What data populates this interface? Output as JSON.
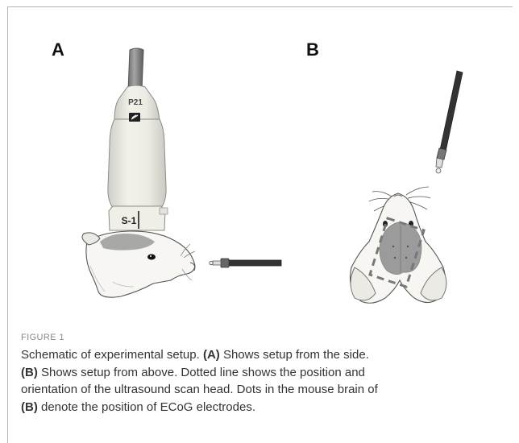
{
  "figure": {
    "panel_labels": {
      "a": "A",
      "b": "B"
    },
    "probe": {
      "brand_text": "P21",
      "model_text": "S-1"
    },
    "figure_label": "FIGURE 1",
    "caption": {
      "lines": [
        [
          {
            "t": "Schematic of experimental setup. ",
            "b": false
          },
          {
            "t": "(A)",
            "b": true
          },
          {
            "t": " Shows setup from the side.",
            "b": false
          }
        ],
        [
          {
            "t": "(B)",
            "b": true
          },
          {
            "t": " Shows setup from above. Dotted line shows the position and",
            "b": false
          }
        ],
        [
          {
            "t": "orientation of the ultrasound scan head. Dots in the mouse brain of",
            "b": false
          }
        ],
        [
          {
            "t": "(B)",
            "b": true
          },
          {
            "t": " denote the position of ECoG electrodes.",
            "b": false
          }
        ]
      ]
    }
  }
}
